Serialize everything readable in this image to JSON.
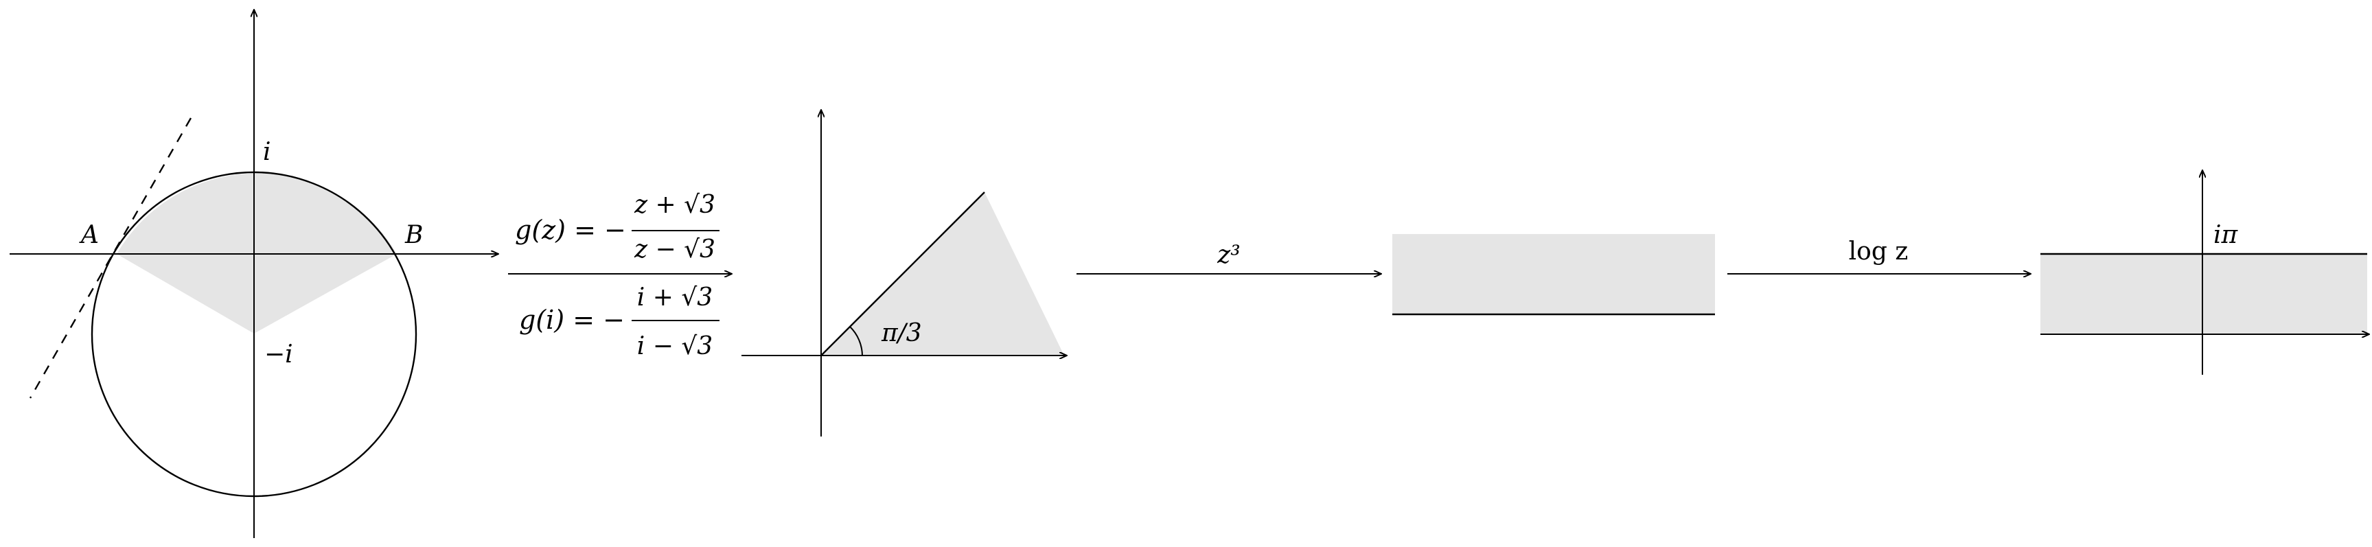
{
  "panel1": {
    "label_i": "i",
    "label_minus_i": "−i",
    "label_A": "A",
    "label_B": "B"
  },
  "map1": {
    "top_lhs": "g(z) = −",
    "top_num": "z + √3",
    "top_den": "z − √3",
    "bottom_lhs": "g(i) = −",
    "bottom_num": "i + √3",
    "bottom_den": "i − √3"
  },
  "panel2": {
    "angle_label": "π/3"
  },
  "map2": {
    "label": "z³"
  },
  "map3": {
    "label": "log z"
  },
  "panel4": {
    "label": "iπ"
  },
  "colors": {
    "shade": "#e5e5e5",
    "ink": "#000000"
  }
}
